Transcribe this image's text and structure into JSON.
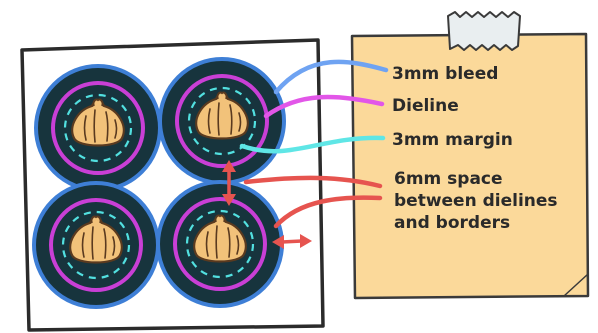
{
  "colors": {
    "background": "#ffffff",
    "sheet_border": "#2b2b2b",
    "circle_fill": "#17343d",
    "bleed_ring": "#3e7fd6",
    "dieline_ring": "#c93fd6",
    "margin_dashes": "#52e0e0",
    "dumpling": "#f2c27a",
    "dumpling_outline": "#5a3a1f",
    "note_paper": "#fbd99a",
    "note_border": "#3a3a3a",
    "tape": "#e9eef0",
    "callout_bleed": "#6fa3f2",
    "callout_dieline": "#e256e8",
    "callout_margin": "#5fe6e6",
    "callout_spacing": "#e6544f"
  },
  "labels": {
    "bleed": "3mm bleed",
    "dieline": "Dieline",
    "margin": "3mm margin",
    "spacing": [
      "6mm space",
      "between dielines",
      "and borders"
    ]
  },
  "icons": {
    "sticker": "dumpling-icon",
    "tape": "tape-icon",
    "arrow": "double-arrow-icon"
  },
  "sticker_count": 4
}
